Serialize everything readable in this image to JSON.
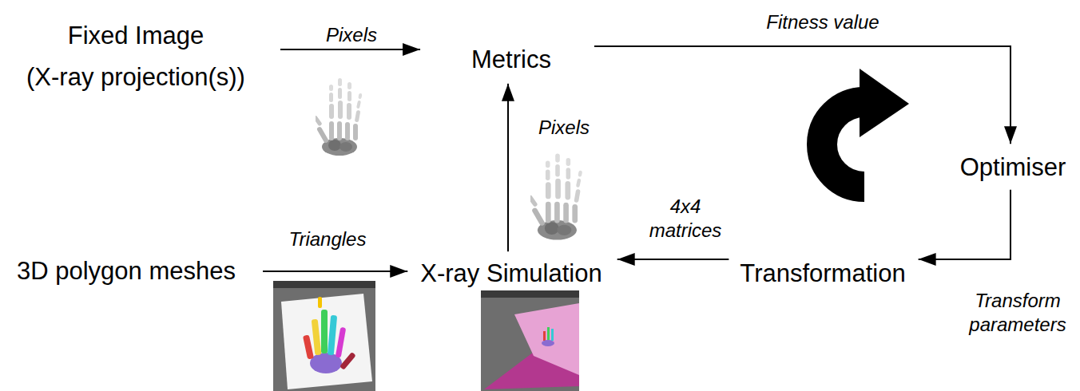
{
  "diagram": {
    "nodes": [
      {
        "text": [
          "Fixed Image",
          "(X-ray projection(s))"
        ]
      },
      {
        "text": [
          "Metrics"
        ]
      },
      {
        "text": [
          "Optimiser"
        ]
      },
      {
        "text": [
          "Transformation"
        ]
      },
      {
        "text": [
          "X-ray Simulation"
        ]
      },
      {
        "text": [
          "3D polygon meshes"
        ]
      }
    ],
    "edges": [
      {
        "from": 0,
        "to": 1,
        "label": "Pixels",
        "arrow": "to"
      },
      {
        "from": 4,
        "to": 1,
        "label": "Pixels",
        "arrow": "to"
      },
      {
        "from": 1,
        "to": 2,
        "label": "Fitness value",
        "arrow": "to"
      },
      {
        "from": 2,
        "to": 3,
        "label": "Transform parameters",
        "arrow": "to"
      },
      {
        "from": 3,
        "to": 4,
        "label": "4x4 matrices",
        "arrow": "to"
      },
      {
        "from": 5,
        "to": 4,
        "label": "Triangles",
        "arrow": "to"
      }
    ]
  }
}
